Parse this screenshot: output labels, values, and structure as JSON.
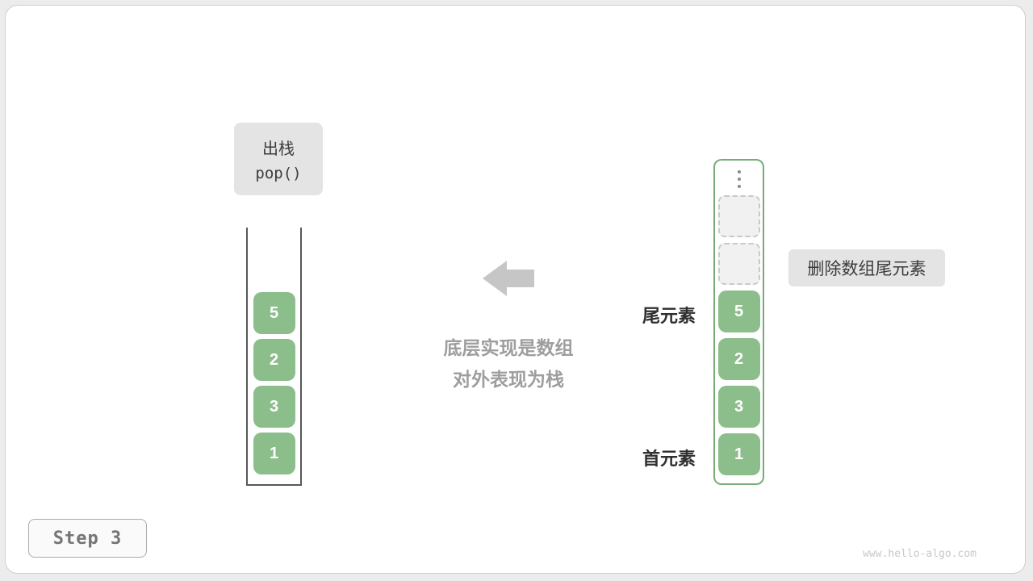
{
  "colors": {
    "green": "#8cbe8c",
    "green-border": "#79ab79",
    "gray-label-bg": "#e4e4e4",
    "arrow-gray": "#c6c6c6",
    "caption-gray": "#9e9e9e",
    "text-dark": "#3c3c3c"
  },
  "operation": {
    "title": "出栈",
    "code": "pop()"
  },
  "stack_view": {
    "values": [
      "5",
      "2",
      "3",
      "1"
    ]
  },
  "caption": {
    "line1": "底层实现是数组",
    "line2": "对外表现为栈"
  },
  "array_view": {
    "values": [
      "5",
      "2",
      "3",
      "1"
    ],
    "empty_slot_count": 2,
    "tail_label": "尾元素",
    "head_label": "首元素",
    "annotation": "删除数组尾元素"
  },
  "footer": {
    "step_label": "Step 3",
    "watermark": "www.hello-algo.com"
  }
}
